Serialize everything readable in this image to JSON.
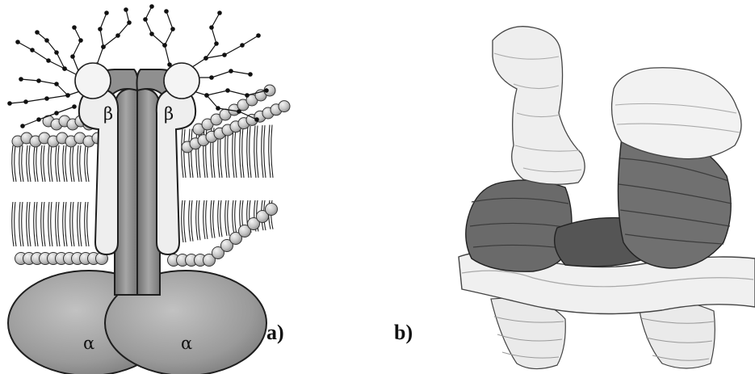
{
  "figure": {
    "panel_a": {
      "label": "a)",
      "alpha_left": "α",
      "alpha_right": "α",
      "beta_left": "β",
      "beta_right": "β"
    },
    "panel_b": {
      "label": "b)"
    }
  },
  "colors": {
    "alpha": "#a0a0a0",
    "alpha_shade": "#7c7c7c",
    "stalk": "#8a8a8a",
    "beta": "#eeeeee",
    "lipid_head": "#c6c6c6",
    "outline": "#1e1e1e",
    "model_dark": "#5a5a5a",
    "model_mid": "#8d8d8d",
    "model_light": "#ececec"
  }
}
